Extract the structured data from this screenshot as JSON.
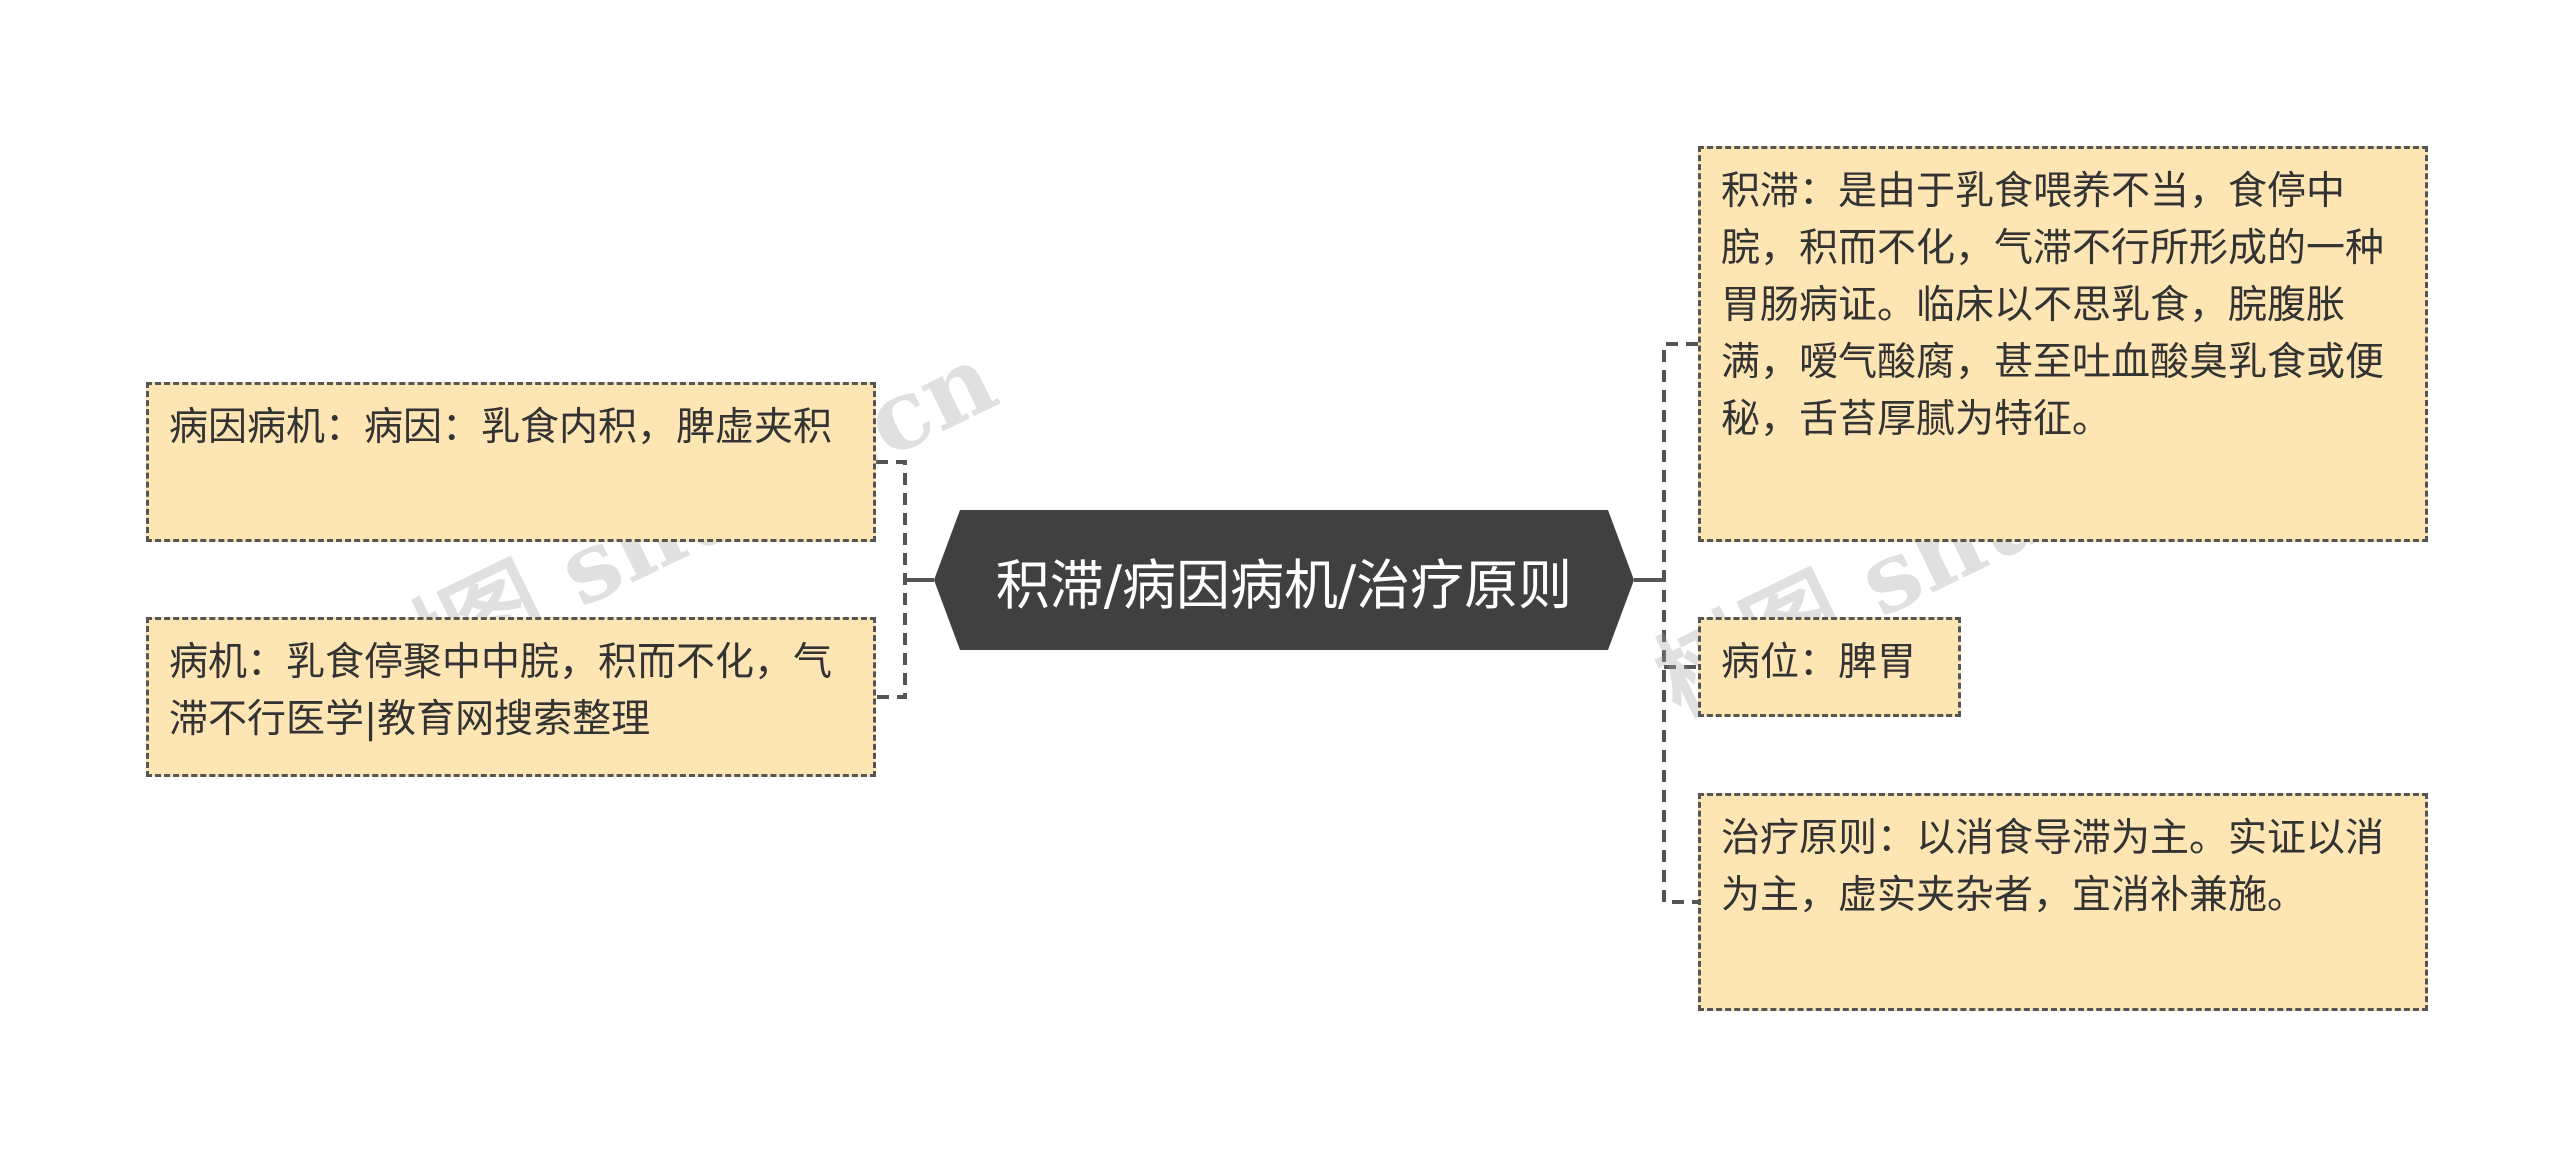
{
  "center": {
    "title": "积滞/病因病机/治疗原则"
  },
  "left_nodes": [
    {
      "text": "病因病机：病因：乳食内积，脾虚夹积"
    },
    {
      "text": "病机：乳食停聚中中脘，积而不化，气滞不行医学|教育网搜索整理"
    }
  ],
  "right_nodes": [
    {
      "text": "积滞：是由于乳食喂养不当，食停中脘，积而不化，气滞不行所形成的一种胃肠病证。临床以不思乳食，脘腹胀满，嗳气酸腐，甚至吐血酸臭乳食或便秘，舌苔厚腻为特征。"
    },
    {
      "text": "病位：脾胃"
    },
    {
      "text": "治疗原则：以消食导滞为主。实证以消为主，虚实夹杂者，宜消补兼施。"
    }
  ],
  "watermark": "树图 shutu.cn",
  "colors": {
    "center_fill": "#404040",
    "node_fill": "#fde6b4",
    "border": "#555555",
    "text": "#333333"
  }
}
